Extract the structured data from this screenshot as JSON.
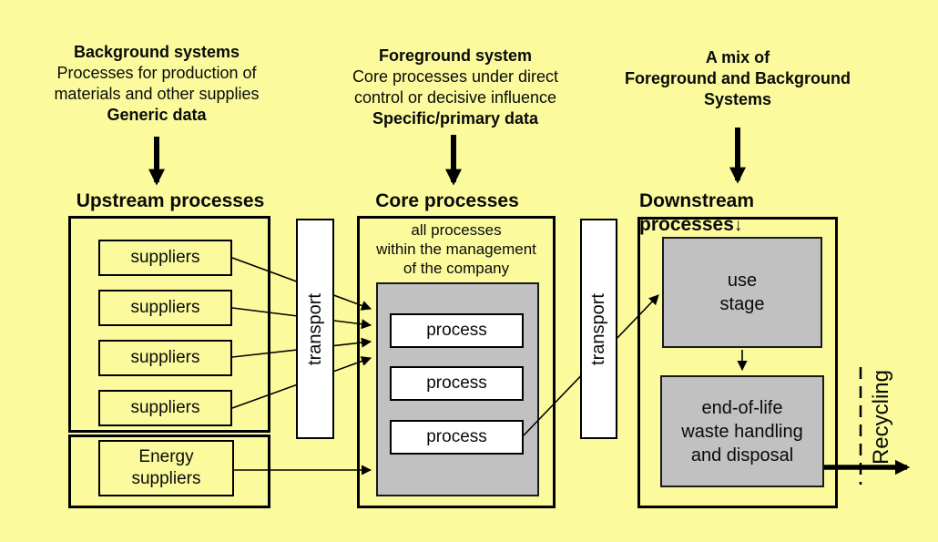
{
  "colors": {
    "background": "#FBFB9E",
    "gray_box": "#C1C1C1",
    "white_box": "#FFFFFF",
    "line": "#000000"
  },
  "top_annotations": {
    "background_systems": {
      "title": "Background systems",
      "desc1": "Processes  for production of",
      "desc2": "materials and other supplies",
      "data_note": "Generic data"
    },
    "foreground_system": {
      "title": "Foreground system",
      "desc1": "Core processes under direct",
      "desc2": "control or decisive influence",
      "data_note": "Specific/primary data"
    },
    "mix": {
      "line1": "A mix of",
      "line2": "Foreground and Background",
      "line3": "Systems"
    }
  },
  "upstream": {
    "title": "Upstream processes",
    "suppliers": [
      "suppliers",
      "suppliers",
      "suppliers",
      "suppliers"
    ],
    "energy_line1": "Energy",
    "energy_line2": "suppliers"
  },
  "transport": {
    "label": "transport"
  },
  "core": {
    "title": "Core processes",
    "subtitle1": "all processes",
    "subtitle2": "within the management",
    "subtitle3": "of the company",
    "processes": [
      "process",
      "process",
      "process"
    ]
  },
  "downstream": {
    "title_line1": "Downstream",
    "title_line2": "processes",
    "title_arrow": "↓",
    "use_line1": "use",
    "use_line2": "stage",
    "eol_line1": "end-of-life",
    "eol_line2": "waste handling",
    "eol_line3": "and disposal"
  },
  "recycling": {
    "label": "Recycling"
  }
}
